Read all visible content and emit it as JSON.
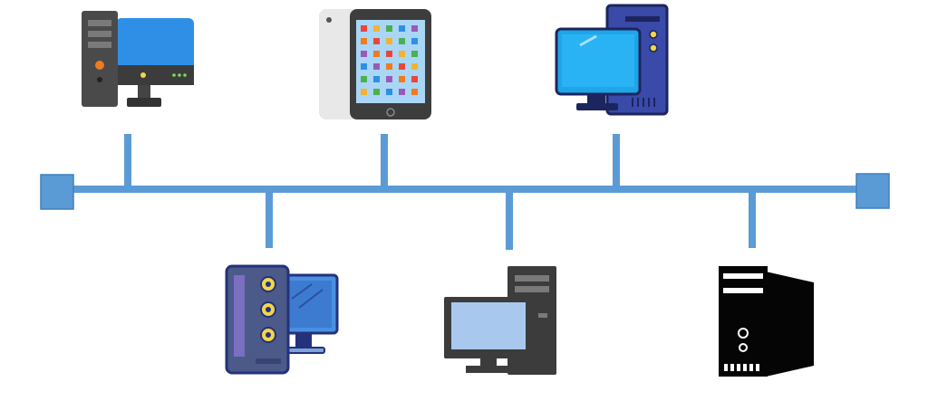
{
  "diagram": {
    "topology": "bus",
    "colors": {
      "bus": "#5b9bd5",
      "terminator": "#5b9bd5",
      "terminator_stroke": "#3f7fbf",
      "dark": "#3c3c3c",
      "blue": "#2f8fe6",
      "navy": "#23327a",
      "black": "#050505"
    },
    "nodes": [
      {
        "id": "node-1",
        "kind": "desktop-tower-monitor",
        "side": "top"
      },
      {
        "id": "node-2",
        "kind": "tablet",
        "side": "top"
      },
      {
        "id": "node-3",
        "kind": "desktop-navy",
        "side": "top"
      },
      {
        "id": "node-4",
        "kind": "desktop-gaming",
        "side": "bottom"
      },
      {
        "id": "node-5",
        "kind": "desktop-gray",
        "side": "bottom"
      },
      {
        "id": "node-6",
        "kind": "server-tower",
        "side": "bottom"
      }
    ],
    "terminators": [
      "left",
      "right"
    ]
  }
}
